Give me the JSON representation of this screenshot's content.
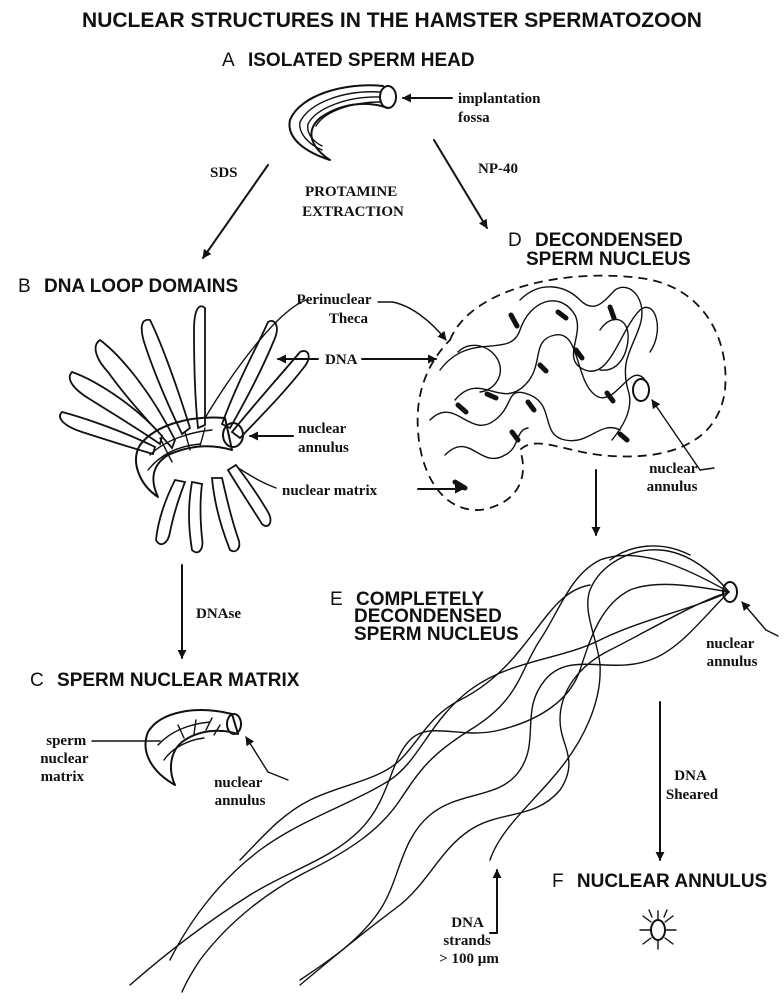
{
  "title": "NUCLEAR STRUCTURES IN THE HAMSTER SPERMATOZOON",
  "panels": {
    "a": {
      "letter": "A",
      "name": "ISOLATED SPERM HEAD"
    },
    "b": {
      "letter": "B",
      "name": "DNA LOOP DOMAINS"
    },
    "c": {
      "letter": "C",
      "name": "SPERM NUCLEAR MATRIX"
    },
    "d": {
      "letter": "D",
      "name_line1": "DECONDENSED",
      "name_line2": "SPERM NUCLEUS"
    },
    "e": {
      "letter": "E",
      "name_line1": "COMPLETELY",
      "name_line2": "DECONDENSED",
      "name_line3": "SPERM NUCLEUS"
    },
    "f": {
      "letter": "F",
      "name": "NUCLEAR ANNULUS"
    }
  },
  "labels": {
    "implantation_fossa": [
      "implantation",
      "fossa"
    ],
    "sds": "SDS",
    "np40": "NP-40",
    "protamine_extraction": [
      "PROTAMINE",
      "EXTRACTION"
    ],
    "perinuclear_theca": [
      "Perinuclear",
      "Theca"
    ],
    "dna": "DNA",
    "nuclear_annulus_b": [
      "nuclear",
      "annulus"
    ],
    "nuclear_matrix": "nuclear matrix",
    "nuclear_annulus_d": [
      "nuclear",
      "annulus"
    ],
    "dnase": "DNAse",
    "sperm_nuclear_matrix": [
      "sperm",
      "nuclear",
      "matrix"
    ],
    "nuclear_annulus_c": [
      "nuclear",
      "annulus"
    ],
    "nuclear_annulus_e": [
      "nuclear",
      "annulus"
    ],
    "dna_sheared": [
      "DNA",
      "Sheared"
    ],
    "dna_strands": [
      "DNA",
      "strands",
      "> 100 µm"
    ]
  }
}
